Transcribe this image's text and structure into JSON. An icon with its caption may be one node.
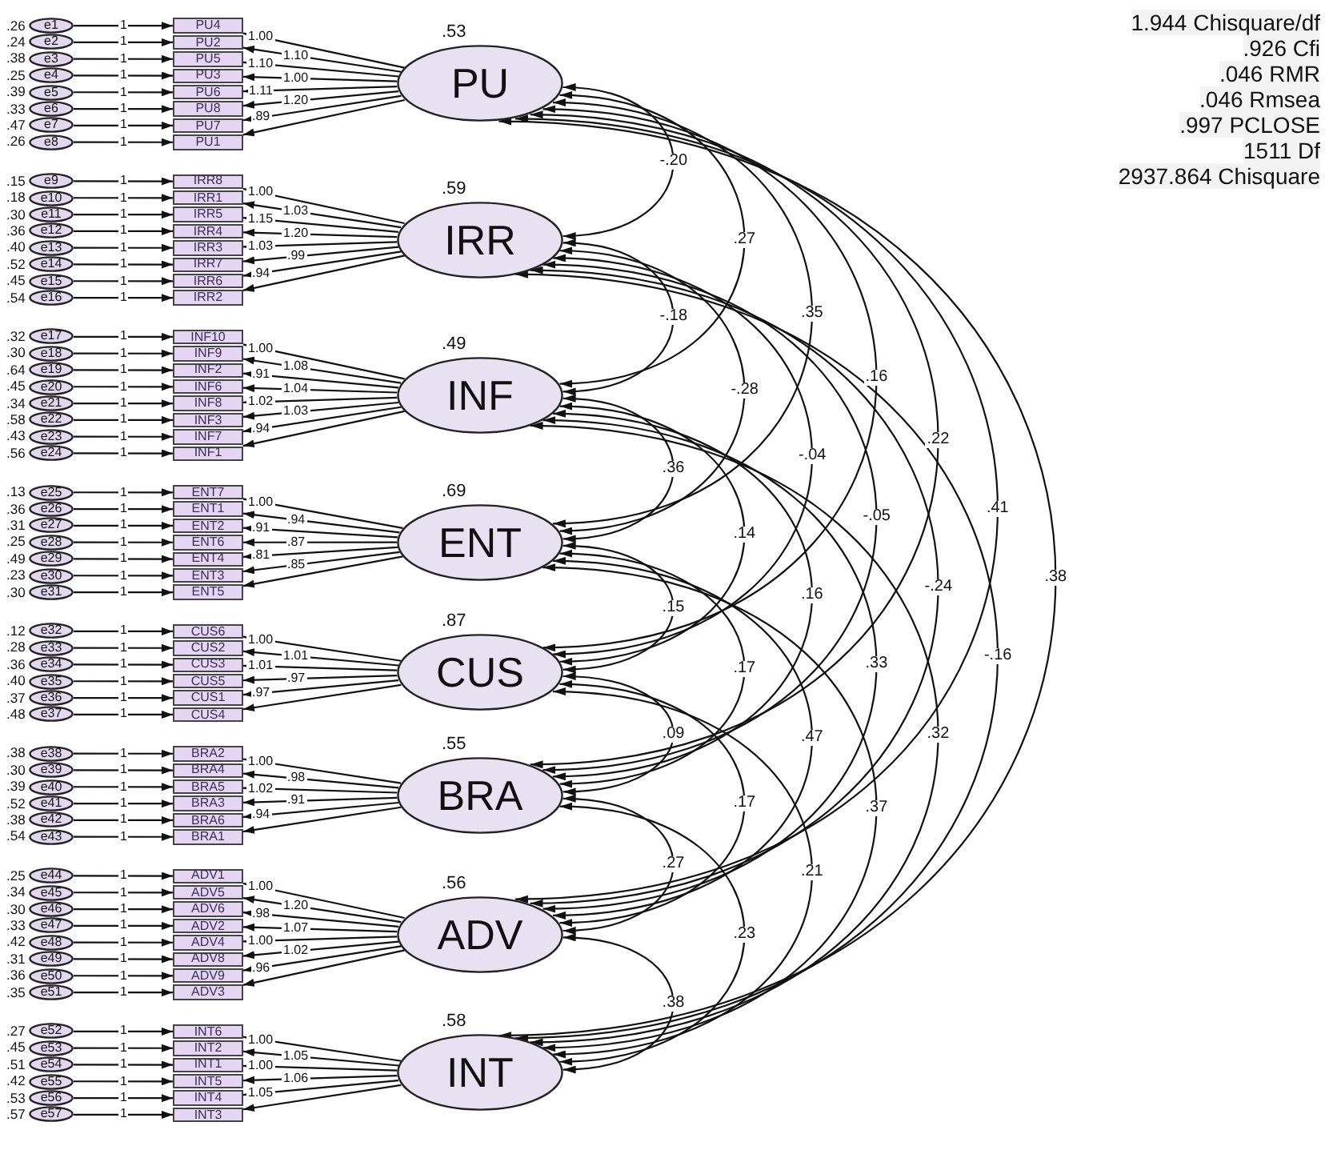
{
  "diagram": {
    "nodes": [
      {
        "text": [
          "e1"
        ],
        "beside": [
          ".26"
        ]
      },
      {
        "text": [
          "e2"
        ],
        "beside": [
          ".24"
        ]
      },
      {
        "text": [
          "e3"
        ],
        "beside": [
          ".38"
        ]
      },
      {
        "text": [
          "e4"
        ],
        "beside": [
          ".25"
        ]
      },
      {
        "text": [
          "e5"
        ],
        "beside": [
          ".39"
        ]
      },
      {
        "text": [
          "e6"
        ],
        "beside": [
          ".33"
        ]
      },
      {
        "text": [
          "e7"
        ],
        "beside": [
          ".47"
        ]
      },
      {
        "text": [
          "e8"
        ],
        "beside": [
          ".26"
        ]
      },
      {
        "text": [
          "e9"
        ],
        "beside": [
          ".15"
        ]
      },
      {
        "text": [
          "e10"
        ],
        "beside": [
          ".18"
        ]
      },
      {
        "text": [
          "e11"
        ],
        "beside": [
          ".30"
        ]
      },
      {
        "text": [
          "e12"
        ],
        "beside": [
          ".36"
        ]
      },
      {
        "text": [
          "e13"
        ],
        "beside": [
          ".40"
        ]
      },
      {
        "text": [
          "e14"
        ],
        "beside": [
          ".52"
        ]
      },
      {
        "text": [
          "e15"
        ],
        "beside": [
          ".45"
        ]
      },
      {
        "text": [
          "e16"
        ],
        "beside": [
          ".54"
        ]
      },
      {
        "text": [
          "e17"
        ],
        "beside": [
          ".32"
        ]
      },
      {
        "text": [
          "e18"
        ],
        "beside": [
          ".30"
        ]
      },
      {
        "text": [
          "e19"
        ],
        "beside": [
          ".64"
        ]
      },
      {
        "text": [
          "e20"
        ],
        "beside": [
          ".45"
        ]
      },
      {
        "text": [
          "e21"
        ],
        "beside": [
          ".34"
        ]
      },
      {
        "text": [
          "e22"
        ],
        "beside": [
          ".58"
        ]
      },
      {
        "text": [
          "e23"
        ],
        "beside": [
          ".43"
        ]
      },
      {
        "text": [
          "e24"
        ],
        "beside": [
          ".56"
        ]
      },
      {
        "text": [
          "e25"
        ],
        "beside": [
          ".13"
        ]
      },
      {
        "text": [
          "e26"
        ],
        "beside": [
          ".36"
        ]
      },
      {
        "text": [
          "e27"
        ],
        "beside": [
          ".31"
        ]
      },
      {
        "text": [
          "e28"
        ],
        "beside": [
          ".25"
        ]
      },
      {
        "text": [
          "e29"
        ],
        "beside": [
          ".49"
        ]
      },
      {
        "text": [
          "e30"
        ],
        "beside": [
          ".23"
        ]
      },
      {
        "text": [
          "e31"
        ],
        "beside": [
          ".30"
        ]
      },
      {
        "text": [
          "e32"
        ],
        "beside": [
          ".12"
        ]
      },
      {
        "text": [
          "e33"
        ],
        "beside": [
          ".28"
        ]
      },
      {
        "text": [
          "e34"
        ],
        "beside": [
          ".36"
        ]
      },
      {
        "text": [
          "e35"
        ],
        "beside": [
          ".40"
        ]
      },
      {
        "text": [
          "e36"
        ],
        "beside": [
          ".37"
        ]
      },
      {
        "text": [
          "e37"
        ],
        "beside": [
          ".48"
        ]
      },
      {
        "text": [
          "e38"
        ],
        "beside": [
          ".38"
        ]
      },
      {
        "text": [
          "e39"
        ],
        "beside": [
          ".30"
        ]
      },
      {
        "text": [
          "e40"
        ],
        "beside": [
          ".39"
        ]
      },
      {
        "text": [
          "e41"
        ],
        "beside": [
          ".52"
        ]
      },
      {
        "text": [
          "e42"
        ],
        "beside": [
          ".38"
        ]
      },
      {
        "text": [
          "e43"
        ],
        "beside": [
          ".54"
        ]
      },
      {
        "text": [
          "e44"
        ],
        "beside": [
          ".25"
        ]
      },
      {
        "text": [
          "e45"
        ],
        "beside": [
          ".34"
        ]
      },
      {
        "text": [
          "e46"
        ],
        "beside": [
          ".30"
        ]
      },
      {
        "text": [
          "e47"
        ],
        "beside": [
          ".33"
        ]
      },
      {
        "text": [
          "e48"
        ],
        "beside": [
          ".42"
        ]
      },
      {
        "text": [
          "e49"
        ],
        "beside": [
          ".31"
        ]
      },
      {
        "text": [
          "e50"
        ],
        "beside": [
          ".36"
        ]
      },
      {
        "text": [
          "e51"
        ],
        "beside": [
          ".35"
        ]
      },
      {
        "text": [
          "e52"
        ],
        "beside": [
          ".27"
        ]
      },
      {
        "text": [
          "e53"
        ],
        "beside": [
          ".45"
        ]
      },
      {
        "text": [
          "e54"
        ],
        "beside": [
          ".51"
        ]
      },
      {
        "text": [
          "e55"
        ],
        "beside": [
          ".42"
        ]
      },
      {
        "text": [
          "e56"
        ],
        "beside": [
          ".53"
        ]
      },
      {
        "text": [
          "e57"
        ],
        "beside": [
          ".57"
        ]
      },
      {
        "text": [
          "PU4"
        ]
      },
      {
        "text": [
          "PU2"
        ]
      },
      {
        "text": [
          "PU5"
        ]
      },
      {
        "text": [
          "PU3"
        ]
      },
      {
        "text": [
          "PU6"
        ]
      },
      {
        "text": [
          "PU8"
        ]
      },
      {
        "text": [
          "PU7"
        ]
      },
      {
        "text": [
          "PU1"
        ]
      },
      {
        "text": [
          "IRR8"
        ]
      },
      {
        "text": [
          "IRR1"
        ]
      },
      {
        "text": [
          "IRR5"
        ]
      },
      {
        "text": [
          "IRR4"
        ]
      },
      {
        "text": [
          "IRR3"
        ]
      },
      {
        "text": [
          "IRR7"
        ]
      },
      {
        "text": [
          "IRR6"
        ]
      },
      {
        "text": [
          "IRR2"
        ]
      },
      {
        "text": [
          "INF10"
        ]
      },
      {
        "text": [
          "INF9"
        ]
      },
      {
        "text": [
          "INF2"
        ]
      },
      {
        "text": [
          "INF6"
        ]
      },
      {
        "text": [
          "INF8"
        ]
      },
      {
        "text": [
          "INF3"
        ]
      },
      {
        "text": [
          "INF7"
        ]
      },
      {
        "text": [
          "INF1"
        ]
      },
      {
        "text": [
          "ENT7"
        ]
      },
      {
        "text": [
          "ENT1"
        ]
      },
      {
        "text": [
          "ENT2"
        ]
      },
      {
        "text": [
          "ENT6"
        ]
      },
      {
        "text": [
          "ENT4"
        ]
      },
      {
        "text": [
          "ENT3"
        ]
      },
      {
        "text": [
          "ENT5"
        ]
      },
      {
        "text": [
          "CUS6"
        ]
      },
      {
        "text": [
          "CUS2"
        ]
      },
      {
        "text": [
          "CUS3"
        ]
      },
      {
        "text": [
          "CUS5"
        ]
      },
      {
        "text": [
          "CUS1"
        ]
      },
      {
        "text": [
          "CUS4"
        ]
      },
      {
        "text": [
          "BRA2"
        ]
      },
      {
        "text": [
          "BRA4"
        ]
      },
      {
        "text": [
          "BRA5"
        ]
      },
      {
        "text": [
          "BRA3"
        ]
      },
      {
        "text": [
          "BRA6"
        ]
      },
      {
        "text": [
          "BRA1"
        ]
      },
      {
        "text": [
          "ADV1"
        ]
      },
      {
        "text": [
          "ADV5"
        ]
      },
      {
        "text": [
          "ADV6"
        ]
      },
      {
        "text": [
          "ADV2"
        ]
      },
      {
        "text": [
          "ADV4"
        ]
      },
      {
        "text": [
          "ADV8"
        ]
      },
      {
        "text": [
          "ADV9"
        ]
      },
      {
        "text": [
          "ADV3"
        ]
      },
      {
        "text": [
          "INT6"
        ]
      },
      {
        "text": [
          "INT2"
        ]
      },
      {
        "text": [
          "INT1"
        ]
      },
      {
        "text": [
          "INT5"
        ]
      },
      {
        "text": [
          "INT4"
        ]
      },
      {
        "text": [
          "INT3"
        ]
      },
      {
        "text": [
          "PU"
        ],
        "beside": [
          ".53"
        ]
      },
      {
        "text": [
          "IRR"
        ],
        "beside": [
          ".59"
        ]
      },
      {
        "text": [
          "INF"
        ],
        "beside": [
          ".49"
        ]
      },
      {
        "text": [
          "ENT"
        ],
        "beside": [
          ".69"
        ]
      },
      {
        "text": [
          "CUS"
        ],
        "beside": [
          ".87"
        ]
      },
      {
        "text": [
          "BRA"
        ],
        "beside": [
          ".55"
        ]
      },
      {
        "text": [
          "ADV"
        ],
        "beside": [
          ".56"
        ]
      },
      {
        "text": [
          "INT"
        ],
        "beside": [
          ".58"
        ]
      }
    ],
    "edges": [
      {
        "from": 0,
        "to": 57,
        "arrow": "to",
        "label": "1"
      },
      {
        "from": 1,
        "to": 58,
        "arrow": "to",
        "label": "1"
      },
      {
        "from": 2,
        "to": 59,
        "arrow": "to",
        "label": "1"
      },
      {
        "from": 3,
        "to": 60,
        "arrow": "to",
        "label": "1"
      },
      {
        "from": 4,
        "to": 61,
        "arrow": "to",
        "label": "1"
      },
      {
        "from": 5,
        "to": 62,
        "arrow": "to",
        "label": "1"
      },
      {
        "from": 6,
        "to": 63,
        "arrow": "to",
        "label": "1"
      },
      {
        "from": 7,
        "to": 64,
        "arrow": "to",
        "label": "1"
      },
      {
        "from": 8,
        "to": 65,
        "arrow": "to",
        "label": "1"
      },
      {
        "from": 9,
        "to": 66,
        "arrow": "to",
        "label": "1"
      },
      {
        "from": 10,
        "to": 67,
        "arrow": "to",
        "label": "1"
      },
      {
        "from": 11,
        "to": 68,
        "arrow": "to",
        "label": "1"
      },
      {
        "from": 12,
        "to": 69,
        "arrow": "to",
        "label": "1"
      },
      {
        "from": 13,
        "to": 70,
        "arrow": "to",
        "label": "1"
      },
      {
        "from": 14,
        "to": 71,
        "arrow": "to",
        "label": "1"
      },
      {
        "from": 15,
        "to": 72,
        "arrow": "to",
        "label": "1"
      },
      {
        "from": 16,
        "to": 73,
        "arrow": "to",
        "label": "1"
      },
      {
        "from": 17,
        "to": 74,
        "arrow": "to",
        "label": "1"
      },
      {
        "from": 18,
        "to": 75,
        "arrow": "to",
        "label": "1"
      },
      {
        "from": 19,
        "to": 76,
        "arrow": "to",
        "label": "1"
      },
      {
        "from": 20,
        "to": 77,
        "arrow": "to",
        "label": "1"
      },
      {
        "from": 21,
        "to": 78,
        "arrow": "to",
        "label": "1"
      },
      {
        "from": 22,
        "to": 79,
        "arrow": "to",
        "label": "1"
      },
      {
        "from": 23,
        "to": 80,
        "arrow": "to",
        "label": "1"
      },
      {
        "from": 24,
        "to": 81,
        "arrow": "to",
        "label": "1"
      },
      {
        "from": 25,
        "to": 82,
        "arrow": "to",
        "label": "1"
      },
      {
        "from": 26,
        "to": 83,
        "arrow": "to",
        "label": "1"
      },
      {
        "from": 27,
        "to": 84,
        "arrow": "to",
        "label": "1"
      },
      {
        "from": 28,
        "to": 85,
        "arrow": "to",
        "label": "1"
      },
      {
        "from": 29,
        "to": 86,
        "arrow": "to",
        "label": "1"
      },
      {
        "from": 30,
        "to": 87,
        "arrow": "to",
        "label": "1"
      },
      {
        "from": 31,
        "to": 88,
        "arrow": "to",
        "label": "1"
      },
      {
        "from": 32,
        "to": 89,
        "arrow": "to",
        "label": "1"
      },
      {
        "from": 33,
        "to": 90,
        "arrow": "to",
        "label": "1"
      },
      {
        "from": 34,
        "to": 91,
        "arrow": "to",
        "label": "1"
      },
      {
        "from": 35,
        "to": 92,
        "arrow": "to",
        "label": "1"
      },
      {
        "from": 36,
        "to": 93,
        "arrow": "to",
        "label": "1"
      },
      {
        "from": 37,
        "to": 94,
        "arrow": "to",
        "label": "1"
      },
      {
        "from": 38,
        "to": 95,
        "arrow": "to",
        "label": "1"
      },
      {
        "from": 39,
        "to": 96,
        "arrow": "to",
        "label": "1"
      },
      {
        "from": 40,
        "to": 97,
        "arrow": "to",
        "label": "1"
      },
      {
        "from": 41,
        "to": 98,
        "arrow": "to",
        "label": "1"
      },
      {
        "from": 42,
        "to": 99,
        "arrow": "to",
        "label": "1"
      },
      {
        "from": 43,
        "to": 100,
        "arrow": "to",
        "label": "1"
      },
      {
        "from": 44,
        "to": 101,
        "arrow": "to",
        "label": "1"
      },
      {
        "from": 45,
        "to": 102,
        "arrow": "to",
        "label": "1"
      },
      {
        "from": 46,
        "to": 103,
        "arrow": "to",
        "label": "1"
      },
      {
        "from": 47,
        "to": 104,
        "arrow": "to",
        "label": "1"
      },
      {
        "from": 48,
        "to": 105,
        "arrow": "to",
        "label": "1"
      },
      {
        "from": 49,
        "to": 106,
        "arrow": "to",
        "label": "1"
      },
      {
        "from": 50,
        "to": 107,
        "arrow": "to",
        "label": "1"
      },
      {
        "from": 51,
        "to": 108,
        "arrow": "to",
        "label": "1"
      },
      {
        "from": 52,
        "to": 109,
        "arrow": "to",
        "label": "1"
      },
      {
        "from": 53,
        "to": 110,
        "arrow": "to",
        "label": "1"
      },
      {
        "from": 54,
        "to": 111,
        "arrow": "to",
        "label": "1"
      },
      {
        "from": 55,
        "to": 112,
        "arrow": "to",
        "label": "1"
      },
      {
        "from": 56,
        "to": 113,
        "arrow": "to",
        "label": "1"
      },
      {
        "from": 114,
        "to": 57,
        "arrow": "to",
        "label": "1.00"
      },
      {
        "from": 114,
        "to": 58,
        "arrow": "to",
        "label": "1.10"
      },
      {
        "from": 114,
        "to": 59,
        "arrow": "to",
        "label": "1.10"
      },
      {
        "from": 114,
        "to": 60,
        "arrow": "to",
        "label": "1.00"
      },
      {
        "from": 114,
        "to": 61,
        "arrow": "to",
        "label": "1.11"
      },
      {
        "from": 114,
        "to": 62,
        "arrow": "to",
        "label": "1.20"
      },
      {
        "from": 114,
        "to": 63,
        "arrow": "to",
        "label": ".89"
      },
      {
        "from": 114,
        "to": 64,
        "arrow": "to"
      },
      {
        "from": 115,
        "to": 65,
        "arrow": "to",
        "label": "1.00"
      },
      {
        "from": 115,
        "to": 66,
        "arrow": "to",
        "label": "1.03"
      },
      {
        "from": 115,
        "to": 67,
        "arrow": "to",
        "label": "1.15"
      },
      {
        "from": 115,
        "to": 68,
        "arrow": "to",
        "label": "1.20"
      },
      {
        "from": 115,
        "to": 69,
        "arrow": "to",
        "label": "1.03"
      },
      {
        "from": 115,
        "to": 70,
        "arrow": "to",
        "label": ".99"
      },
      {
        "from": 115,
        "to": 71,
        "arrow": "to",
        "label": ".94"
      },
      {
        "from": 115,
        "to": 72,
        "arrow": "to"
      },
      {
        "from": 116,
        "to": 73,
        "arrow": "to",
        "label": "1.00"
      },
      {
        "from": 116,
        "to": 74,
        "arrow": "to",
        "label": "1.08"
      },
      {
        "from": 116,
        "to": 75,
        "arrow": "to",
        "label": ".91"
      },
      {
        "from": 116,
        "to": 76,
        "arrow": "to",
        "label": "1.04"
      },
      {
        "from": 116,
        "to": 77,
        "arrow": "to",
        "label": "1.02"
      },
      {
        "from": 116,
        "to": 78,
        "arrow": "to",
        "label": "1.03"
      },
      {
        "from": 116,
        "to": 79,
        "arrow": "to",
        "label": ".94"
      },
      {
        "from": 116,
        "to": 80,
        "arrow": "to"
      },
      {
        "from": 117,
        "to": 81,
        "arrow": "to",
        "label": "1.00"
      },
      {
        "from": 117,
        "to": 82,
        "arrow": "to",
        "label": ".94"
      },
      {
        "from": 117,
        "to": 83,
        "arrow": "to",
        "label": ".91"
      },
      {
        "from": 117,
        "to": 84,
        "arrow": "to",
        "label": ".87"
      },
      {
        "from": 117,
        "to": 85,
        "arrow": "to",
        "label": ".81"
      },
      {
        "from": 117,
        "to": 86,
        "arrow": "to",
        "label": ".85"
      },
      {
        "from": 117,
        "to": 87,
        "arrow": "to"
      },
      {
        "from": 118,
        "to": 88,
        "arrow": "to",
        "label": "1.00"
      },
      {
        "from": 118,
        "to": 89,
        "arrow": "to",
        "label": "1.01"
      },
      {
        "from": 118,
        "to": 90,
        "arrow": "to",
        "label": "1.01"
      },
      {
        "from": 118,
        "to": 91,
        "arrow": "to",
        "label": ".97"
      },
      {
        "from": 118,
        "to": 92,
        "arrow": "to",
        "label": ".97"
      },
      {
        "from": 118,
        "to": 93,
        "arrow": "to"
      },
      {
        "from": 119,
        "to": 94,
        "arrow": "to",
        "label": "1.00"
      },
      {
        "from": 119,
        "to": 95,
        "arrow": "to",
        "label": ".98"
      },
      {
        "from": 119,
        "to": 96,
        "arrow": "to",
        "label": "1.02"
      },
      {
        "from": 119,
        "to": 97,
        "arrow": "to",
        "label": ".91"
      },
      {
        "from": 119,
        "to": 98,
        "arrow": "to",
        "label": ".94"
      },
      {
        "from": 119,
        "to": 99,
        "arrow": "to"
      },
      {
        "from": 120,
        "to": 100,
        "arrow": "to",
        "label": "1.00"
      },
      {
        "from": 120,
        "to": 101,
        "arrow": "to",
        "label": "1.20"
      },
      {
        "from": 120,
        "to": 102,
        "arrow": "to",
        "label": ".98"
      },
      {
        "from": 120,
        "to": 103,
        "arrow": "to",
        "label": "1.07"
      },
      {
        "from": 120,
        "to": 104,
        "arrow": "to",
        "label": "1.00"
      },
      {
        "from": 120,
        "to": 105,
        "arrow": "to",
        "label": "1.02"
      },
      {
        "from": 120,
        "to": 106,
        "arrow": "to",
        "label": ".96"
      },
      {
        "from": 120,
        "to": 107,
        "arrow": "to"
      },
      {
        "from": 121,
        "to": 108,
        "arrow": "to",
        "label": "1.00"
      },
      {
        "from": 121,
        "to": 109,
        "arrow": "to",
        "label": "1.05"
      },
      {
        "from": 121,
        "to": 110,
        "arrow": "to",
        "label": "1.00"
      },
      {
        "from": 121,
        "to": 111,
        "arrow": "to",
        "label": "1.06"
      },
      {
        "from": 121,
        "to": 112,
        "arrow": "to",
        "label": "1.05"
      },
      {
        "from": 121,
        "to": 113,
        "arrow": "to"
      },
      {
        "from": 114,
        "to": 115,
        "arrow": "both",
        "label": "-.20"
      },
      {
        "from": 115,
        "to": 116,
        "arrow": "both",
        "label": "-.18"
      },
      {
        "from": 116,
        "to": 117,
        "arrow": "both",
        "label": ".36"
      },
      {
        "from": 117,
        "to": 118,
        "arrow": "both",
        "label": ".15"
      },
      {
        "from": 118,
        "to": 119,
        "arrow": "both",
        "label": ".09"
      },
      {
        "from": 119,
        "to": 120,
        "arrow": "both",
        "label": ".27"
      },
      {
        "from": 120,
        "to": 121,
        "arrow": "both",
        "label": ".38"
      },
      {
        "from": 114,
        "to": 116,
        "arrow": "both",
        "label": ".27"
      },
      {
        "from": 115,
        "to": 117,
        "arrow": "both",
        "label": "-.28"
      },
      {
        "from": 116,
        "to": 118,
        "arrow": "both",
        "label": ".14"
      },
      {
        "from": 117,
        "to": 119,
        "arrow": "both",
        "label": ".17"
      },
      {
        "from": 118,
        "to": 120,
        "arrow": "both",
        "label": ".17"
      },
      {
        "from": 119,
        "to": 121,
        "arrow": "both",
        "label": ".23"
      },
      {
        "from": 114,
        "to": 117,
        "arrow": "both",
        "label": ".35"
      },
      {
        "from": 115,
        "to": 118,
        "arrow": "both",
        "label": "-.04"
      },
      {
        "from": 116,
        "to": 119,
        "arrow": "both",
        "label": ".16"
      },
      {
        "from": 117,
        "to": 120,
        "arrow": "both",
        "label": ".47"
      },
      {
        "from": 118,
        "to": 121,
        "arrow": "both",
        "label": ".21"
      },
      {
        "from": 114,
        "to": 118,
        "arrow": "both",
        "label": ".16"
      },
      {
        "from": 115,
        "to": 119,
        "arrow": "both",
        "label": "-.05"
      },
      {
        "from": 116,
        "to": 120,
        "arrow": "both",
        "label": ".33"
      },
      {
        "from": 117,
        "to": 121,
        "arrow": "both",
        "label": ".37"
      },
      {
        "from": 114,
        "to": 119,
        "arrow": "both",
        "label": ".22"
      },
      {
        "from": 115,
        "to": 120,
        "arrow": "both",
        "label": "-.24"
      },
      {
        "from": 116,
        "to": 121,
        "arrow": "both",
        "label": ".32"
      },
      {
        "from": 114,
        "to": 120,
        "arrow": "both",
        "label": ".41"
      },
      {
        "from": 115,
        "to": 121,
        "arrow": "both",
        "label": "-.16"
      },
      {
        "from": 114,
        "to": 121,
        "arrow": "both",
        "label": ".38"
      }
    ],
    "labels": [
      "1.944 Chisquare/df",
      ".926 Cfi",
      ".046 RMR",
      ".046 Rmsea",
      ".997 PCLOSE",
      "1511 Df",
      "2937.864 Chisquare"
    ]
  }
}
